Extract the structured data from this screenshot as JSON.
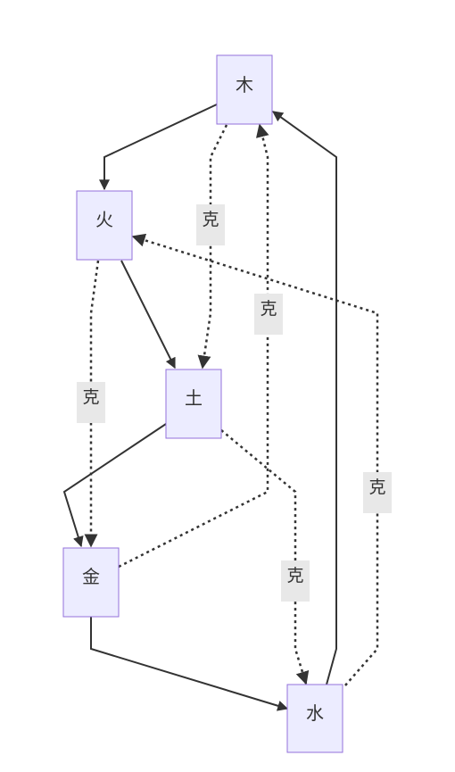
{
  "diagram": {
    "nodes": {
      "wood": "木",
      "fire": "火",
      "earth": "土",
      "metal": "金",
      "water": "水"
    },
    "edges": {
      "wood_earth": "克",
      "earth_water": "克",
      "water_fire": "克",
      "fire_metal": "克",
      "metal_wood": "克"
    }
  }
}
